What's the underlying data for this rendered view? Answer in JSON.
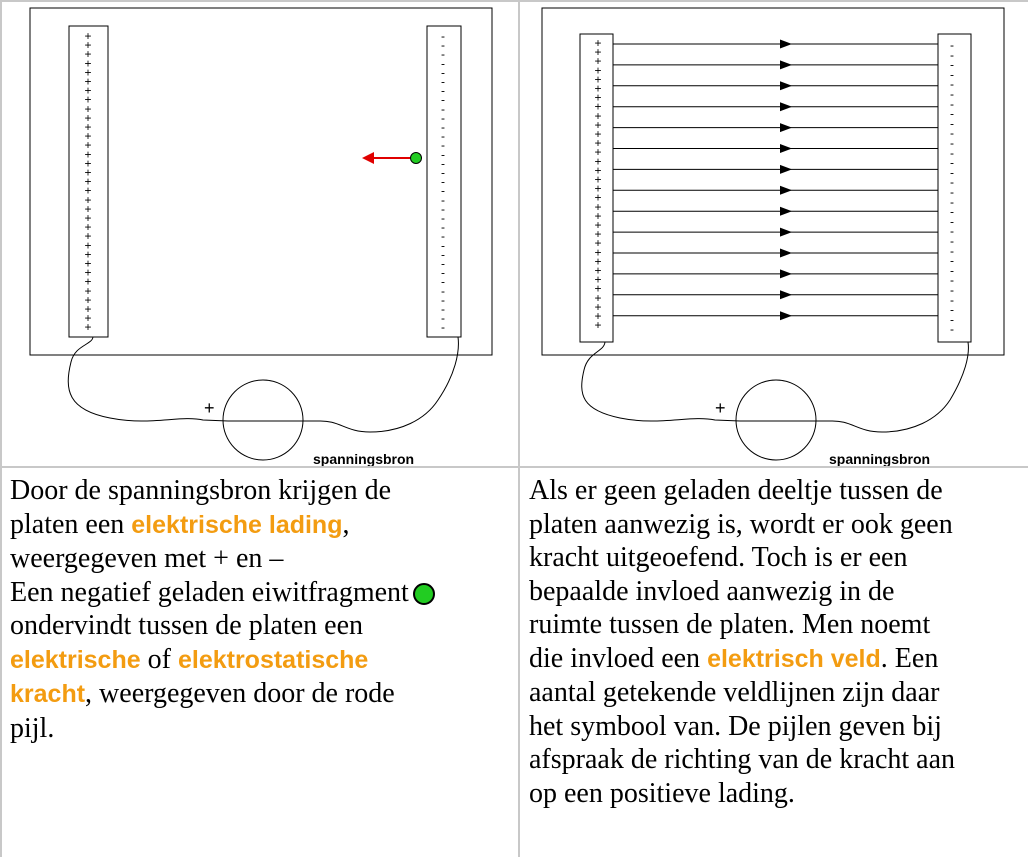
{
  "left_diagram": {
    "source_label": "spanningsbron",
    "plus_sign": "+",
    "plate_positive_symbol": "+",
    "plate_negative_symbol": "-"
  },
  "right_diagram": {
    "source_label": "spanningsbron",
    "plus_sign": "+",
    "plate_positive_symbol": "+",
    "plate_negative_symbol": "-"
  },
  "left_text": {
    "l1": "Door de spanningsbron krijgen de",
    "l2a": "platen een ",
    "l2_hl": "elektrische lading",
    "l2b": ",",
    "l3": "weergegeven met + en –",
    "l4": "Een negatief geladen eiwitfragment",
    "l5": "ondervindt tussen de platen een",
    "l6_hl1": "elektrische",
    "l6_mid": " of ",
    "l6_hl2": "elektrostatische",
    "l7_hl": "kracht",
    "l7b": ", weergegeven door de rode",
    "l8": "pijl."
  },
  "right_text": {
    "l1": "Als er geen geladen deeltje tussen de",
    "l2": "platen aanwezig is, wordt er ook geen",
    "l3": "kracht uitgeoefend. Toch is er een",
    "l4": "bepaalde invloed aanwezig in de",
    "l5": "ruimte tussen de platen. Men noemt",
    "l6a": "die invloed een ",
    "l6_hl": "elektrisch veld",
    "l6b": ". Een",
    "l7": "aantal getekende veldlijnen zijn daar",
    "l8": "het symbool van. De pijlen geven bij",
    "l9": "afspraak de richting van de kracht aan",
    "l10": "op een positieve lading."
  },
  "colors": {
    "highlight": "#f39c11",
    "particle": "#22cc22",
    "force_arrow": "#e00000"
  }
}
